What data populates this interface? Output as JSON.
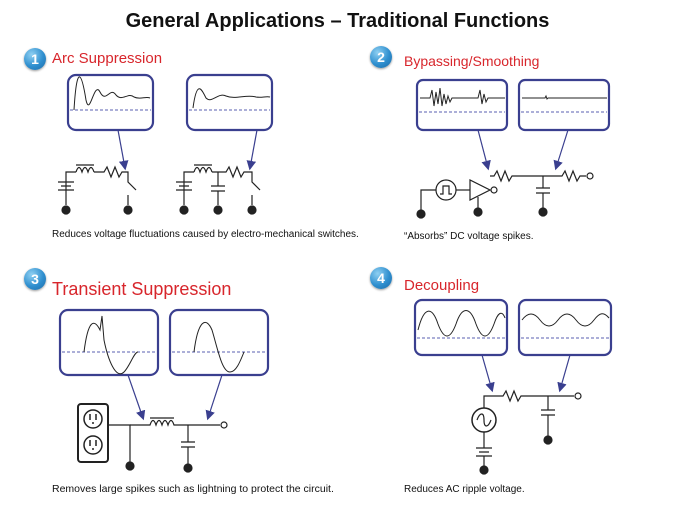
{
  "title": "General Applications – Traditional Functions",
  "sections": [
    {
      "number": "1",
      "heading": "Arc Suppression",
      "caption": "Reduces voltage fluctuations caused by electro-mechanical switches."
    },
    {
      "number": "2",
      "heading": "Bypassing/Smoothing",
      "caption": "“Absorbs” DC voltage spikes."
    },
    {
      "number": "3",
      "heading": "Transient Suppression",
      "caption": "Removes large spikes such as lightning to protect the circuit."
    },
    {
      "number": "4",
      "heading": "Decoupling",
      "caption": "Reduces AC ripple voltage."
    }
  ],
  "colors": {
    "accent_red": "#d8262c",
    "box_border": "#3a3f8f",
    "badge_blue": "#2f8fcf",
    "dash": "#5a5fb0"
  }
}
